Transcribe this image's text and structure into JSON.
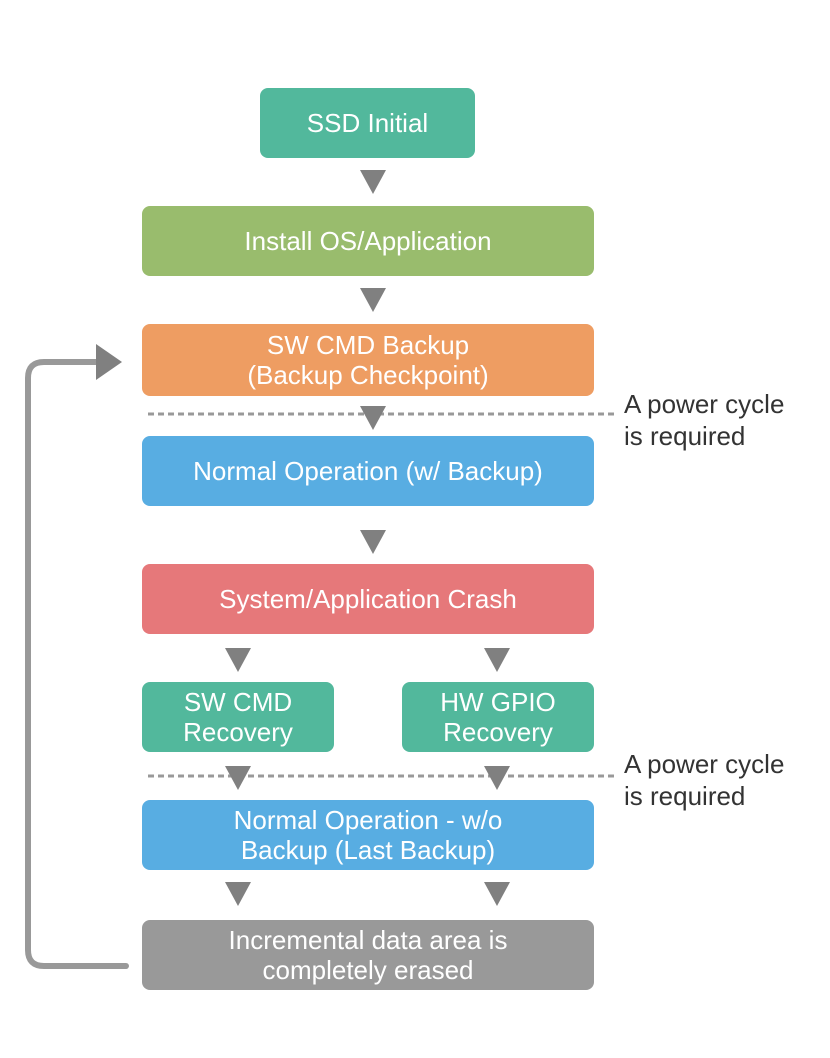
{
  "steps": {
    "ssd_initial": {
      "label": "SSD Initial",
      "color": "#52b89c"
    },
    "install_os": {
      "label": "Install OS/Application",
      "color": "#99bc6d"
    },
    "sw_backup": {
      "line1": "SW CMD Backup",
      "line2": "(Backup Checkpoint)",
      "color": "#ee9d62"
    },
    "normal_op_backup": {
      "label": "Normal Operation (w/ Backup)",
      "color": "#58ade2"
    },
    "crash": {
      "label": "System/Application Crash",
      "color": "#e6787a"
    },
    "sw_recovery": {
      "line1": "SW CMD",
      "line2": "Recovery",
      "color": "#52b89c"
    },
    "hw_recovery": {
      "line1": "HW GPIO",
      "line2": "Recovery",
      "color": "#52b89c"
    },
    "normal_op_last": {
      "line1": "Normal Operation - w/o",
      "line2": "Backup (Last Backup)",
      "color": "#58ade2"
    },
    "erased": {
      "line1": "Incremental data area is",
      "line2": "completely erased",
      "color": "#999999"
    }
  },
  "notes": [
    {
      "line1": "A power cycle",
      "line2": "is required"
    },
    {
      "line1": "A power cycle",
      "line2": "is required"
    }
  ],
  "colors": {
    "arrow": "#808080",
    "dashed_line": "#999999",
    "loop_line": "#999999"
  }
}
